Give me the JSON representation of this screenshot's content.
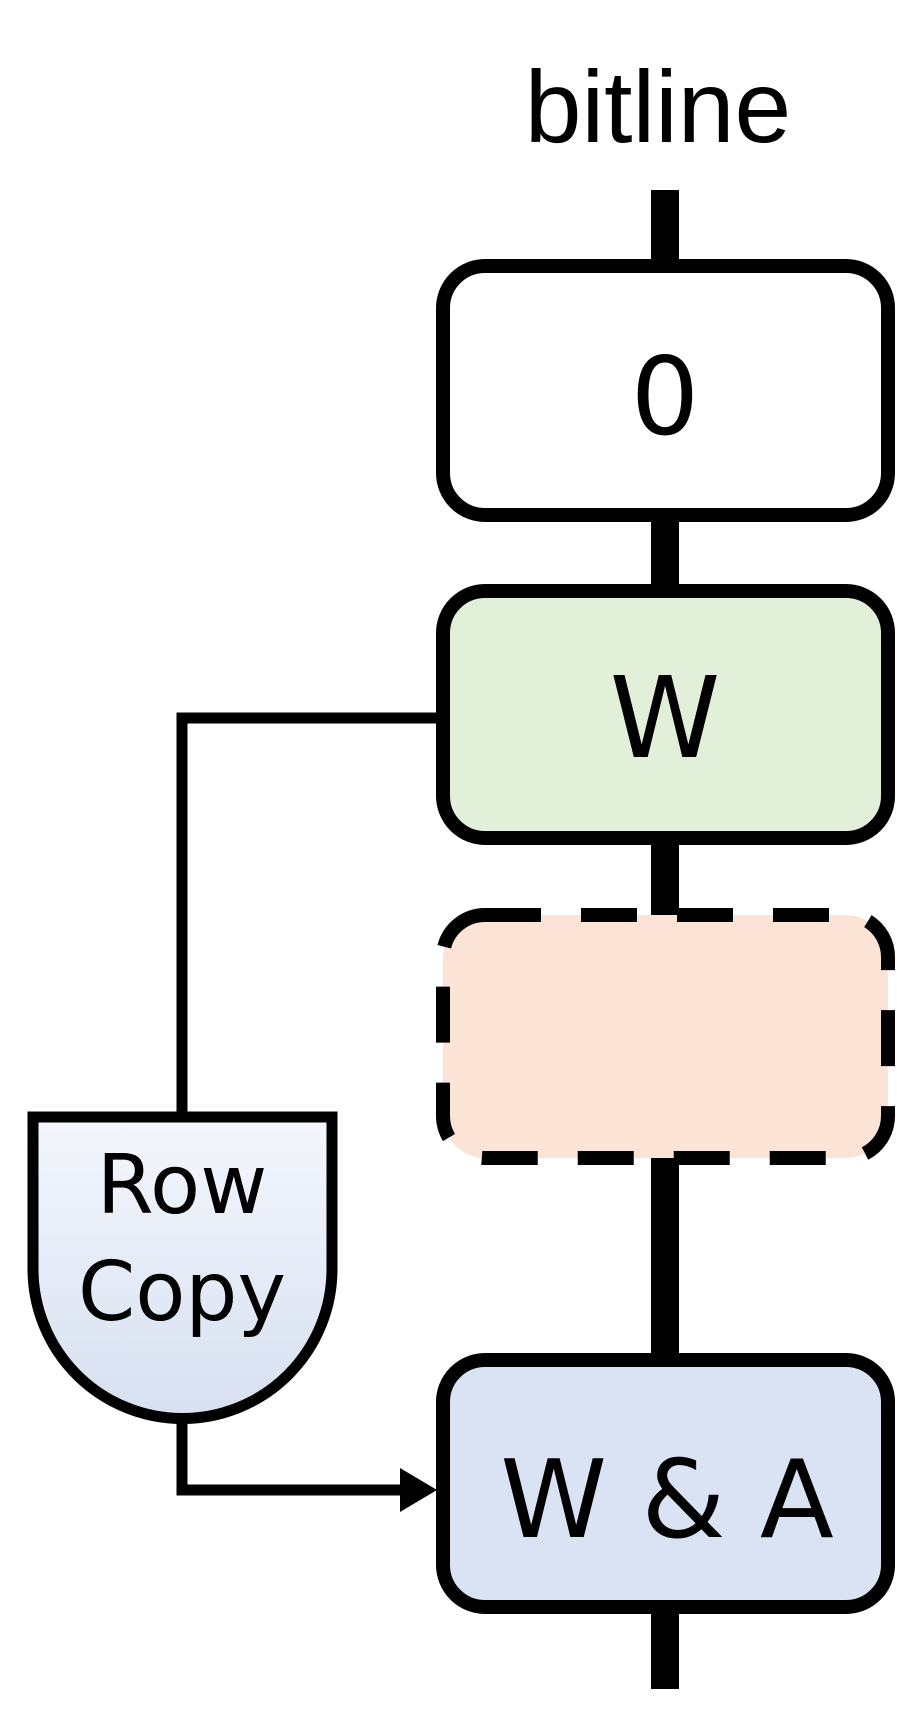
{
  "title": "bitline",
  "cells": [
    {
      "label": "0"
    },
    {
      "label": "W"
    },
    {
      "label": ""
    },
    {
      "label": "W & A"
    }
  ],
  "row_copy": {
    "line1": "Row",
    "line2": "Copy"
  },
  "colors": {
    "stroke": "#000000",
    "cell_0_fill": "#ffffff",
    "cell_w_fill": "#e2efd9",
    "cell_temp_fill": "#fbe4d5",
    "cell_wa_fill": "#dae3f3",
    "row_copy_top": "#f4f7fc",
    "row_copy_bottom": "#d7e0f1"
  }
}
